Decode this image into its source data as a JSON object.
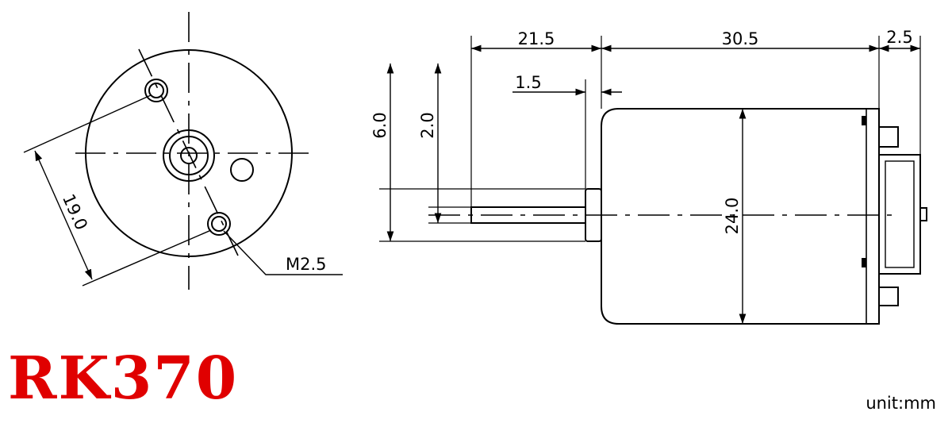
{
  "model": "RK370",
  "unit_label": "unit:mm",
  "accent_color": "#e00000",
  "front_view": {
    "hole_spacing": "19.0",
    "thread": "M2.5"
  },
  "side_view": {
    "shaft_length": "21.5",
    "body_length": "30.5",
    "terminal_length": "2.5",
    "boss_length": "1.5",
    "boss_diameter": "6.0",
    "shaft_diameter": "2.0",
    "body_diameter": "24.0"
  }
}
